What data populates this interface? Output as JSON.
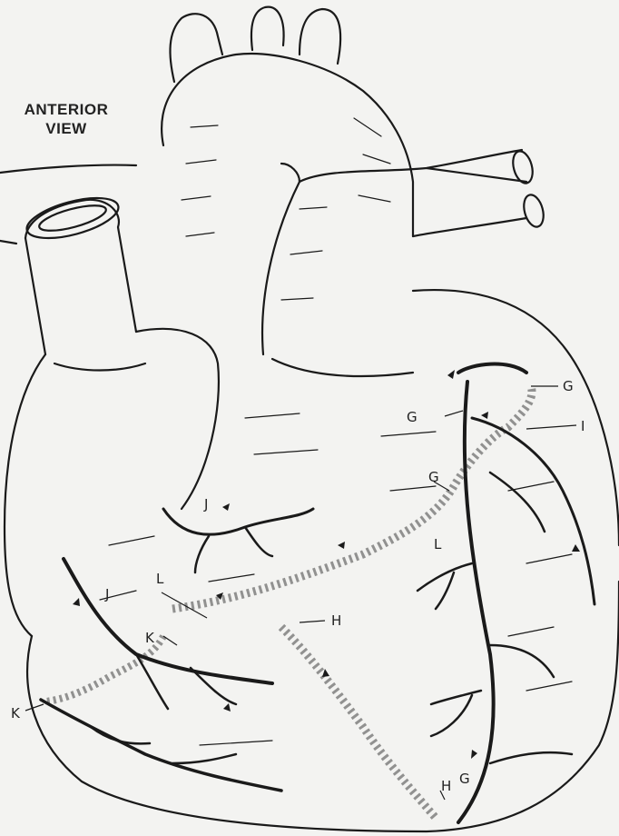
{
  "title": {
    "line1": "ANTERIOR",
    "line2": "VIEW"
  },
  "labels": {
    "g": "G",
    "h": "H",
    "i": "I",
    "j": "J",
    "k": "K",
    "l": "L"
  },
  "colors": {
    "ink": "#1a1a1a",
    "paper": "#f3f3f1"
  }
}
